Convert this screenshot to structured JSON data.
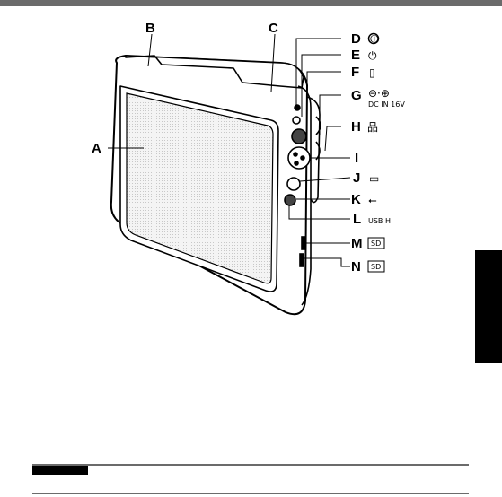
{
  "callouts": {
    "A": {
      "letter": "A"
    },
    "B": {
      "letter": "B"
    },
    "C": {
      "letter": "C"
    },
    "D": {
      "letter": "D",
      "symbol": "⏼"
    },
    "E": {
      "letter": "E",
      "symbol": "⏻"
    },
    "F": {
      "letter": "F",
      "symbol": "▯"
    },
    "G": {
      "letter": "G",
      "symbol": "⊖·⊕",
      "subtext": "DC IN 16V"
    },
    "H": {
      "letter": "H",
      "symbol": "品"
    },
    "I": {
      "letter": "I"
    },
    "J": {
      "letter": "J",
      "symbol": "▭"
    },
    "K": {
      "letter": "K",
      "symbol": "⭠"
    },
    "L": {
      "letter": "L",
      "symbol": "USB H"
    },
    "M": {
      "letter": "M",
      "symbol": "SD"
    },
    "N": {
      "letter": "N",
      "symbol": "SD"
    }
  },
  "colors": {
    "bar": "#6b6b6b",
    "ink": "#000000",
    "tab": "#000000"
  }
}
